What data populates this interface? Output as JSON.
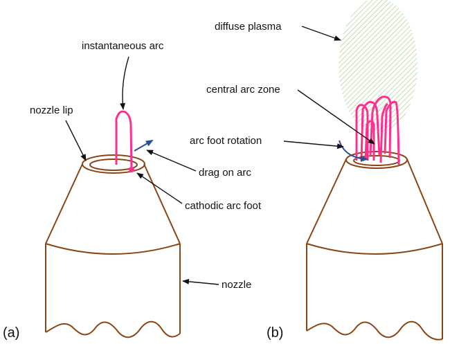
{
  "colors": {
    "nozzle": "#8B4513",
    "arc": "#ff2f8f",
    "drag": "#2a4d9a",
    "plasma": "#a9cc8e",
    "text": "#111111"
  },
  "panel_a": {
    "tag": "(a)",
    "labels": {
      "instantaneous_arc": "instantaneous arc",
      "nozzle_lip": "nozzle lip",
      "drag_on_arc": "drag on arc",
      "cathodic_arc_foot": "cathodic arc foot",
      "nozzle": "nozzle"
    }
  },
  "panel_b": {
    "tag": "(b)",
    "labels": {
      "diffuse_plasma": "diffuse plasma",
      "central_arc_zone": "central arc zone",
      "arc_foot_rotation": "arc foot rotation"
    }
  },
  "icons": {
    "arrow": "arrow-icon",
    "drag": "drag-arrow-icon",
    "rotation": "rotation-arrow-icon"
  }
}
